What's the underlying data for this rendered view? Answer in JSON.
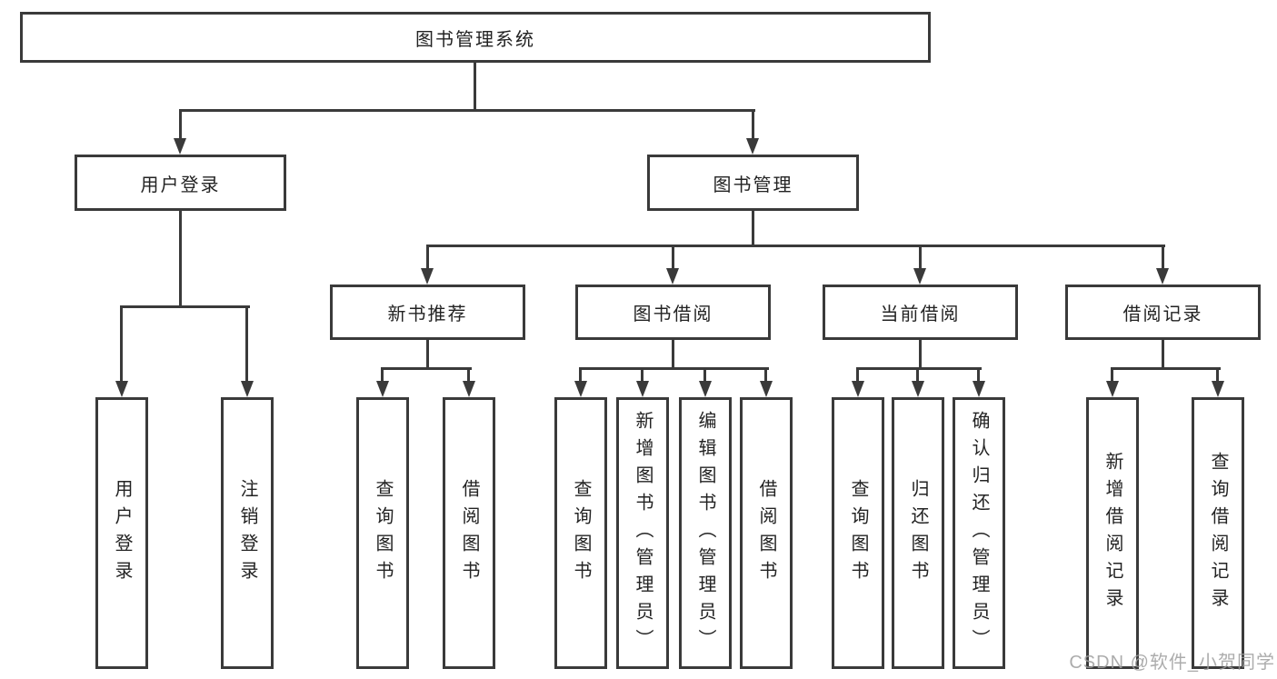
{
  "diagram": {
    "title": "图书管理系统",
    "level1": {
      "user_login": "用户登录",
      "book_management": "图书管理"
    },
    "level2": {
      "new_book_recommend": "新书推荐",
      "book_borrow": "图书借阅",
      "current_borrow": "当前借阅",
      "borrow_records": "借阅记录"
    },
    "leaves": {
      "user_login": [
        "用户登录",
        "注销登录"
      ],
      "new_book_recommend": [
        "查询图书",
        "借阅图书"
      ],
      "book_borrow": [
        "查询图书",
        "新增图书（管理员）",
        "编辑图书（管理员）",
        "借阅图书"
      ],
      "current_borrow": [
        "查询图书",
        "归还图书",
        "确认归还（管理员）"
      ],
      "borrow_records": [
        "新增借阅记录",
        "查询借阅记录"
      ]
    }
  },
  "watermark": {
    "text": "CSDN @软件_小贺同学"
  },
  "colors": {
    "line": "#3a3a3a",
    "text": "#232323",
    "watermark": "#9e9e9e",
    "background": "#ffffff"
  }
}
